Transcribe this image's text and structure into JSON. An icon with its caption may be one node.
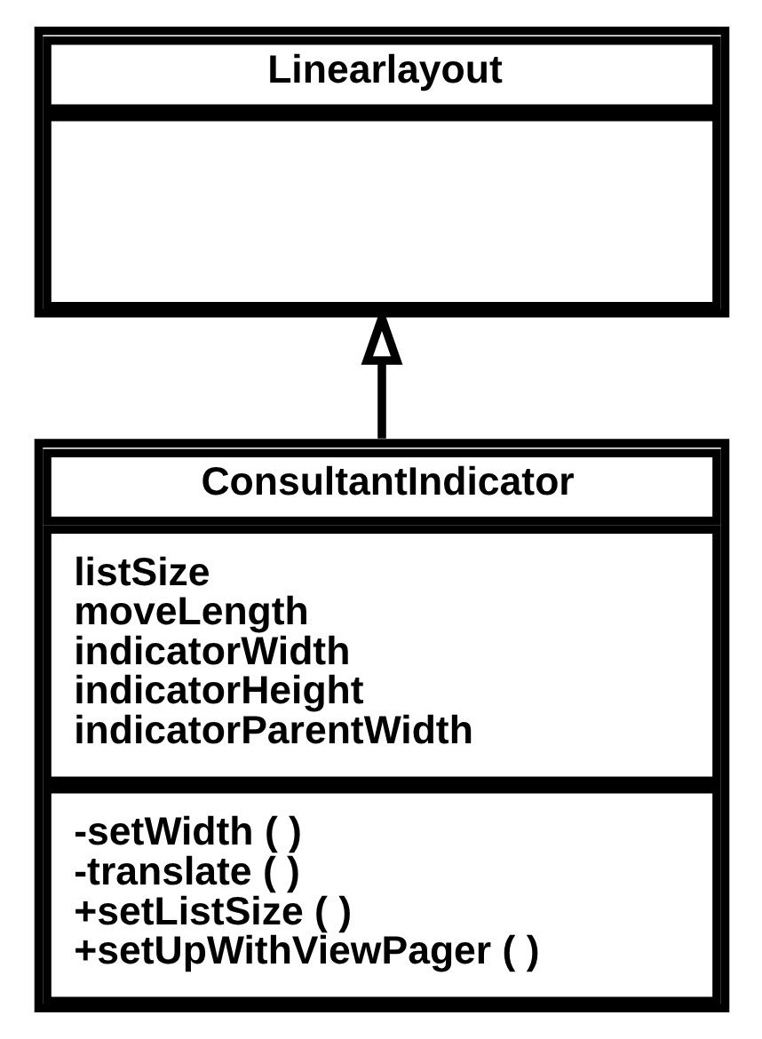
{
  "diagram": {
    "nodes": [
      {
        "text": [
          "Linearlayout"
        ]
      },
      {
        "text": [
          "ConsultantIndicator",
          "listSize",
          "moveLength",
          "indicatorWidth",
          "indicatorHeight",
          "indicatorParentWidth",
          "-setWidth ( )",
          "-translate ( )",
          "+setListSize ( )",
          "+setUpWithViewPager ( )"
        ]
      }
    ],
    "edges": [
      {
        "from": 1,
        "to": 0,
        "arrow": "to"
      }
    ]
  }
}
